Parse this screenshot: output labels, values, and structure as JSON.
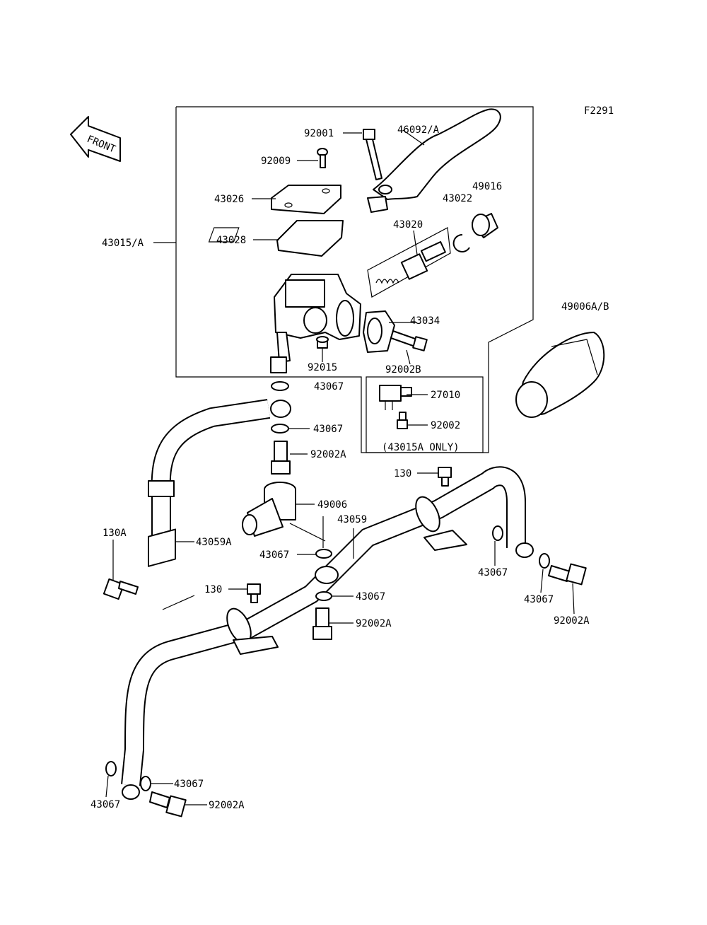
{
  "figure_code": "F2291",
  "front_arrow_text": "FRONT",
  "labels": {
    "p92001": "92001",
    "p46092A": "46092/A",
    "p92009": "92009",
    "p43026": "43026",
    "p49016": "49016",
    "p43022": "43022",
    "p43020": "43020",
    "p43028": "43028",
    "p43015A": "43015/A",
    "p43034": "43034",
    "p49006AB": "49006A/B",
    "p92015": "92015",
    "p92002B": "92002B",
    "p43067_top": "43067",
    "p27010": "27010",
    "p43067_b": "43067",
    "p92002": "92002",
    "p43015A_only": "(43015A ONLY)",
    "p92002A_top": "92002A",
    "p130_top": "130",
    "p49006": "49006",
    "p43059": "43059",
    "p130A": "130A",
    "p43059A": "43059A",
    "p43067_mid": "43067",
    "p43067_r1": "43067",
    "p130_mid": "130",
    "p43067_mid2": "43067",
    "p43067_r2": "43067",
    "p92002A_mid": "92002A",
    "p92002A_right": "92002A",
    "p43067_bl": "43067",
    "p43067_bc": "43067",
    "p92002A_bottom": "92002A"
  }
}
